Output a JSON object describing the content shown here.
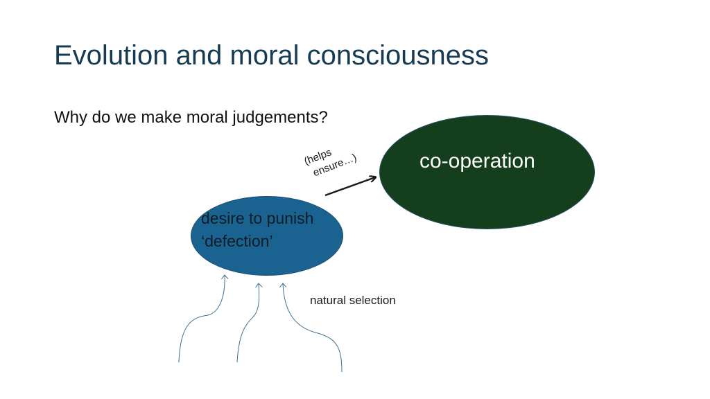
{
  "slide": {
    "title": "Evolution and moral consciousness",
    "question": "Why do we make moral judgements?"
  },
  "diagram": {
    "cooperation_label": "co-operation",
    "punish_label_line1": "desire to punish",
    "punish_label_line2": "‘defection’",
    "helps_label_line1": "(helps",
    "helps_label_line2": "ensure…)",
    "natural_selection_label": "natural selection"
  },
  "colors": {
    "title": "#163a52",
    "cooperation_fill": "#153f1c",
    "punish_fill": "#1a6391",
    "arrow": "#1a1a1a",
    "curve": "#3c6f92"
  }
}
